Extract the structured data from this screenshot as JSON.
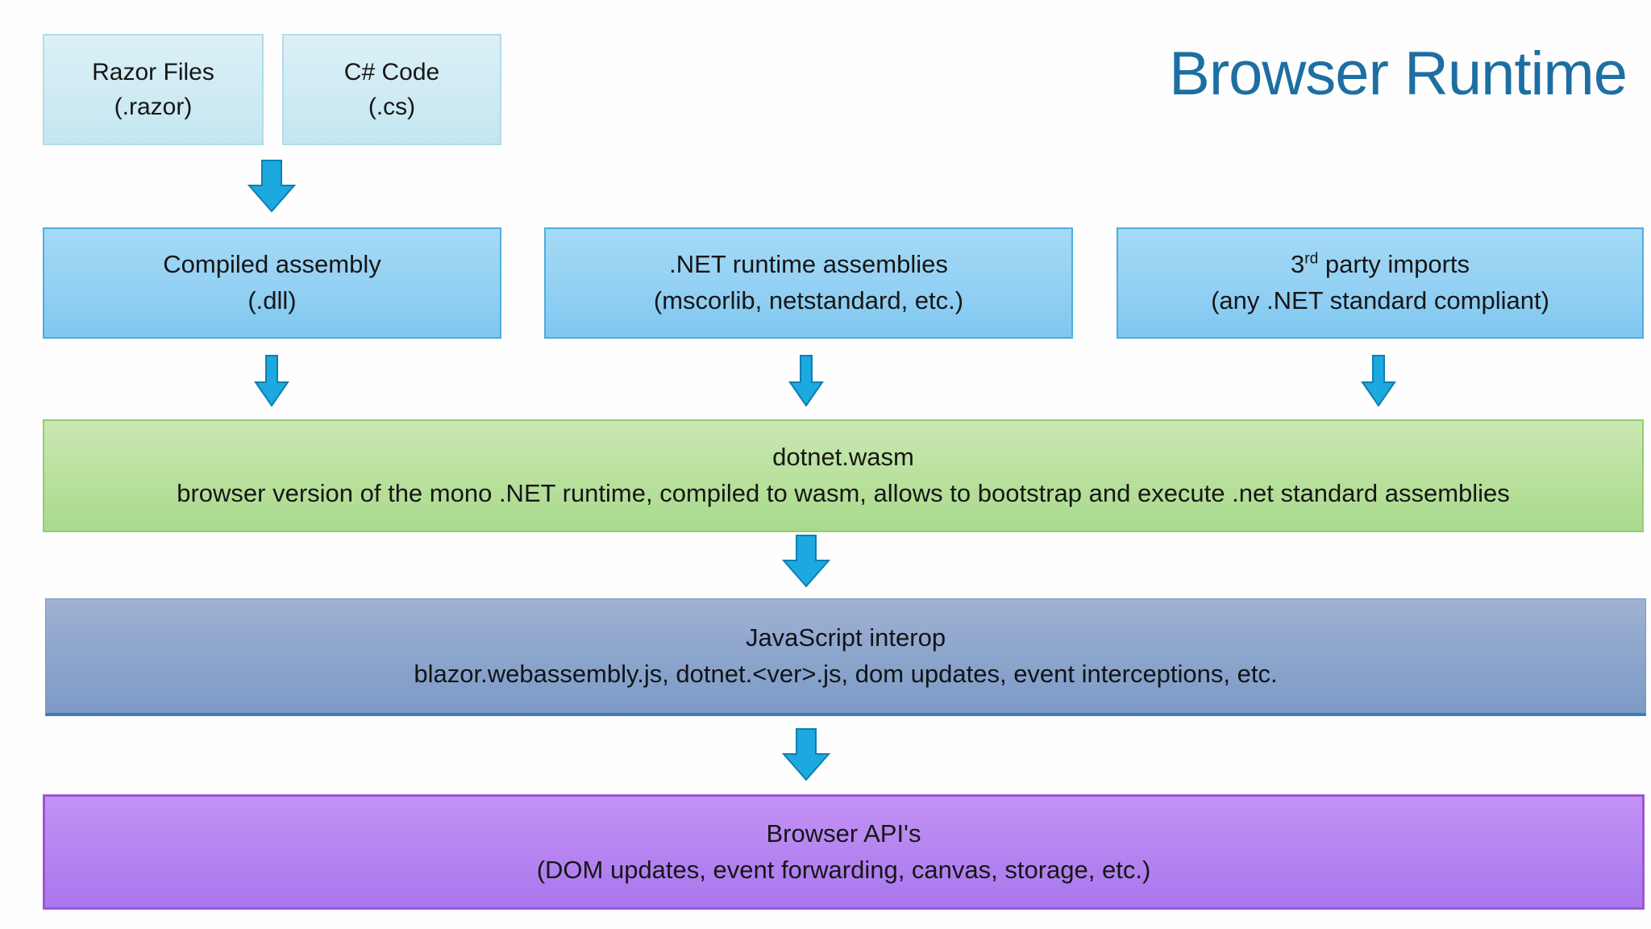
{
  "title": "Browser Runtime",
  "colors": {
    "title_text": "#1d6fa3",
    "source_box_fill": "#cfebf4",
    "source_box_border": "#b0dcea",
    "assembly_box_fill": "#93d0f3",
    "assembly_box_border": "#4fadde",
    "wasm_band_fill": "#b8e09c",
    "wasm_band_border": "#95cb76",
    "interop_band_fill": "#8ba4cb",
    "interop_band_border": "#3c7ab8",
    "apis_band_fill": "#b483f0",
    "apis_band_border": "#9c55d4",
    "arrow_fill": "#1ca9e0",
    "arrow_border": "#0f7fae",
    "body_text": "#161616"
  },
  "nodes": {
    "razor": {
      "line1": "Razor Files",
      "line2": "(.razor)"
    },
    "csharp": {
      "line1": "C# Code",
      "line2": "(.cs)"
    },
    "compiled": {
      "line1": "Compiled assembly",
      "line2": "(.dll)"
    },
    "runtime_assemblies": {
      "line1": ".NET runtime assemblies",
      "line2": "(mscorlib, netstandard, etc.)"
    },
    "third_party": {
      "line1_base": "3",
      "line1_sup": "rd",
      "line1_rest": " party imports",
      "line2": "(any .NET standard compliant)"
    },
    "dotnet_wasm": {
      "line1": "dotnet.wasm",
      "line2": "browser version of the mono .NET runtime, compiled to wasm, allows to bootstrap and execute .net standard assemblies"
    },
    "js_interop": {
      "line1": "JavaScript interop",
      "line2": "blazor.webassembly.js, dotnet.<ver>.js, dom updates, event interceptions, etc."
    },
    "browser_apis": {
      "line1": "Browser API's",
      "line2": "(DOM updates, event forwarding, canvas, storage, etc.)"
    }
  }
}
